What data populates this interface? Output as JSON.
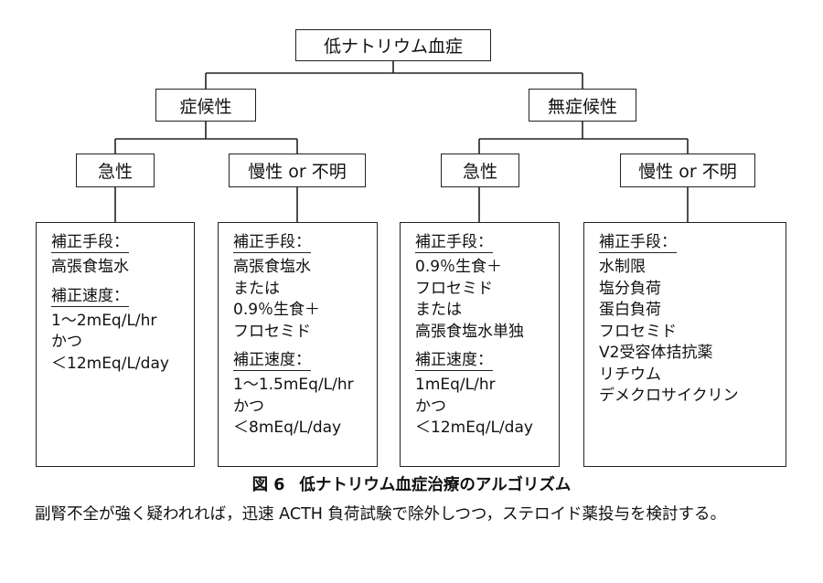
{
  "root": "低ナトリウム血症",
  "branches": {
    "symptomatic": "症候性",
    "asymptomatic": "無症候性"
  },
  "subtypes": {
    "acute": "急性",
    "chronic": "慢性 or 不明"
  },
  "boxes": [
    {
      "means_heading": "補正手段：",
      "means": [
        "高張食塩水"
      ],
      "speed_heading": "補正速度：",
      "speed": [
        "1～2mEq/L/hr",
        "かつ",
        "＜12mEq/L/day"
      ]
    },
    {
      "means_heading": "補正手段：",
      "means": [
        "高張食塩水",
        "または",
        "0.9％生食＋",
        "フロセミド"
      ],
      "speed_heading": "補正速度：",
      "speed": [
        "1～1.5mEq/L/hr",
        "かつ",
        "＜8mEq/L/day"
      ]
    },
    {
      "means_heading": "補正手段：",
      "means": [
        "0.9％生食＋",
        "フロセミド",
        "または",
        "高張食塩水単独"
      ],
      "speed_heading": "補正速度：",
      "speed": [
        "1mEq/L/hr",
        "かつ",
        "＜12mEq/L/day"
      ]
    },
    {
      "means_heading": "補正手段：",
      "means": [
        "水制限",
        "塩分負荷",
        "蛋白負荷",
        "フロセミド",
        "V2受容体拮抗薬",
        "リチウム",
        "デメクロサイクリン"
      ]
    }
  ],
  "caption": {
    "figure_number": "図 6",
    "title": "低ナトリウム血症治療のアルゴリズム"
  },
  "note": "副腎不全が強く疑われれば，迅速 ACTH 負荷試験で除外しつつ，ステロイド薬投与を検討する。"
}
